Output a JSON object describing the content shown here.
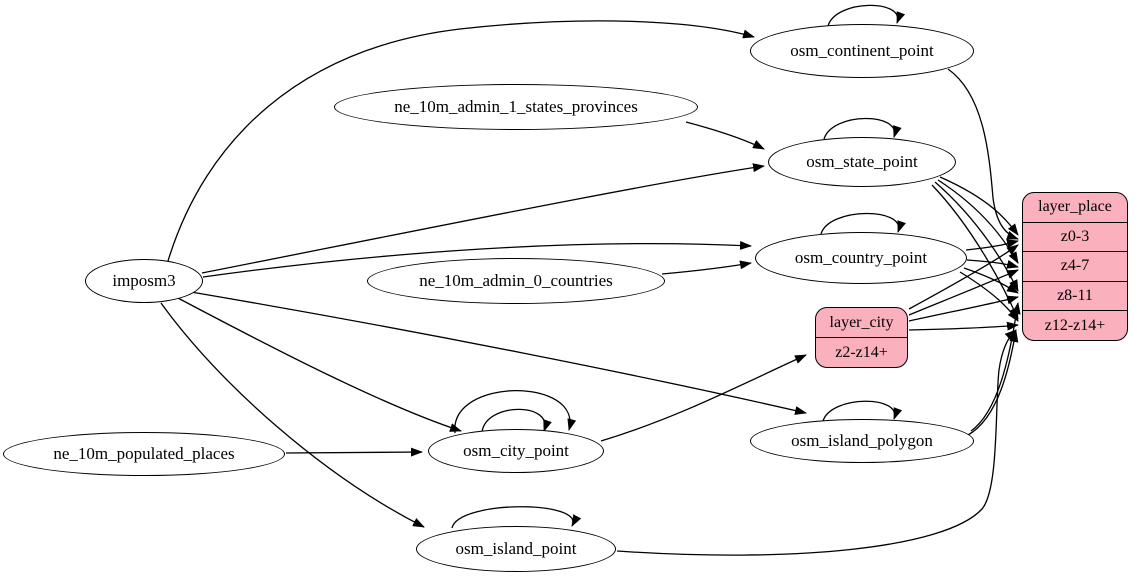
{
  "diagram": {
    "kind": "etl-graph",
    "colors": {
      "background": "#ffffff",
      "edge_stroke": "#000000",
      "ellipse_fill": "#ffffff",
      "record_fill": "#fab0bd",
      "text": "#000000"
    },
    "nodes": {
      "imposm3": {
        "label": "imposm3",
        "type": "ellipse"
      },
      "ne_10m_admin_1_states_provinces": {
        "label": "ne_10m_admin_1_states_provinces",
        "type": "ellipse"
      },
      "ne_10m_admin_0_countries": {
        "label": "ne_10m_admin_0_countries",
        "type": "ellipse"
      },
      "ne_10m_populated_places": {
        "label": "ne_10m_populated_places",
        "type": "ellipse"
      },
      "osm_continent_point": {
        "label": "osm_continent_point",
        "type": "ellipse"
      },
      "osm_state_point": {
        "label": "osm_state_point",
        "type": "ellipse"
      },
      "osm_country_point": {
        "label": "osm_country_point",
        "type": "ellipse"
      },
      "osm_city_point": {
        "label": "osm_city_point",
        "type": "ellipse"
      },
      "osm_island_polygon": {
        "label": "osm_island_polygon",
        "type": "ellipse"
      },
      "osm_island_point": {
        "label": "osm_island_point",
        "type": "ellipse"
      },
      "layer_city": {
        "title": "layer_city",
        "rows": [
          "z2-z14+"
        ],
        "type": "record"
      },
      "layer_place": {
        "title": "layer_place",
        "rows": [
          "z0-3",
          "z4-7",
          "z8-11",
          "z12-z14+"
        ],
        "type": "record"
      }
    },
    "edges": [
      {
        "from": "imposm3",
        "to": "osm_continent_point"
      },
      {
        "from": "imposm3",
        "to": "osm_state_point"
      },
      {
        "from": "imposm3",
        "to": "osm_country_point"
      },
      {
        "from": "imposm3",
        "to": "osm_city_point"
      },
      {
        "from": "imposm3",
        "to": "osm_island_polygon"
      },
      {
        "from": "imposm3",
        "to": "osm_island_point"
      },
      {
        "from": "ne_10m_admin_1_states_provinces",
        "to": "osm_state_point"
      },
      {
        "from": "ne_10m_admin_0_countries",
        "to": "osm_country_point"
      },
      {
        "from": "ne_10m_populated_places",
        "to": "osm_city_point"
      },
      {
        "from": "osm_continent_point",
        "to": "osm_continent_point"
      },
      {
        "from": "osm_state_point",
        "to": "osm_state_point"
      },
      {
        "from": "osm_country_point",
        "to": "osm_country_point"
      },
      {
        "from": "osm_city_point",
        "to": "osm_city_point"
      },
      {
        "from": "osm_city_point",
        "to": "osm_city_point",
        "variant": 2
      },
      {
        "from": "osm_island_polygon",
        "to": "osm_island_polygon"
      },
      {
        "from": "osm_island_point",
        "to": "osm_island_point"
      },
      {
        "from": "osm_city_point",
        "to": "layer_city",
        "port": "z2-z14+"
      },
      {
        "from": "osm_continent_point",
        "to": "layer_place",
        "port": "z0-3"
      },
      {
        "from": "osm_country_point",
        "to": "layer_place",
        "port": "z0-3"
      },
      {
        "from": "osm_country_point",
        "to": "layer_place",
        "port": "z4-7"
      },
      {
        "from": "osm_country_point",
        "to": "layer_place",
        "port": "z8-11"
      },
      {
        "from": "osm_country_point",
        "to": "layer_place",
        "port": "z12-z14+"
      },
      {
        "from": "osm_state_point",
        "to": "layer_place",
        "port": "z0-3"
      },
      {
        "from": "osm_state_point",
        "to": "layer_place",
        "port": "z4-7"
      },
      {
        "from": "osm_state_point",
        "to": "layer_place",
        "port": "z8-11"
      },
      {
        "from": "osm_state_point",
        "to": "layer_place",
        "port": "z12-z14+"
      },
      {
        "from": "layer_city",
        "to": "layer_place",
        "port": "z0-3"
      },
      {
        "from": "layer_city",
        "to": "layer_place",
        "port": "z4-7"
      },
      {
        "from": "layer_city",
        "to": "layer_place",
        "port": "z8-11"
      },
      {
        "from": "layer_city",
        "to": "layer_place",
        "port": "z12-z14+"
      },
      {
        "from": "osm_island_polygon",
        "to": "layer_place",
        "port": "z8-11"
      },
      {
        "from": "osm_island_polygon",
        "to": "layer_place",
        "port": "z12-z14+"
      },
      {
        "from": "osm_island_point",
        "to": "layer_place",
        "port": "z12-z14+"
      }
    ]
  }
}
